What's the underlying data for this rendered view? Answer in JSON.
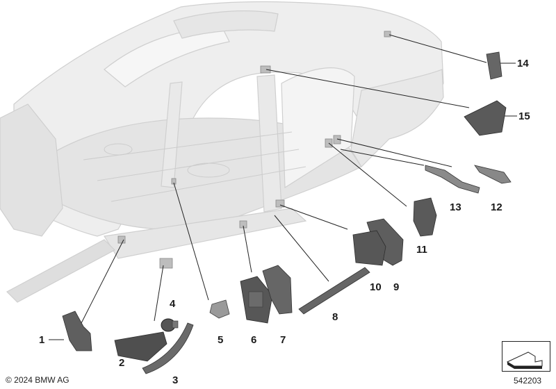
{
  "diagram": {
    "copyright": "© 2024 BMW AG",
    "diagram_id": "542203",
    "callouts": [
      "1",
      "2",
      "3",
      "4",
      "5",
      "6",
      "7",
      "8",
      "9",
      "10",
      "11",
      "12",
      "13",
      "14",
      "15"
    ]
  },
  "colors": {
    "body_fill": "#ececec",
    "body_stroke": "#c8c8c8",
    "part_dark": "#5a5a5a",
    "part_mid": "#7a7a7a",
    "leader": "#222222"
  }
}
